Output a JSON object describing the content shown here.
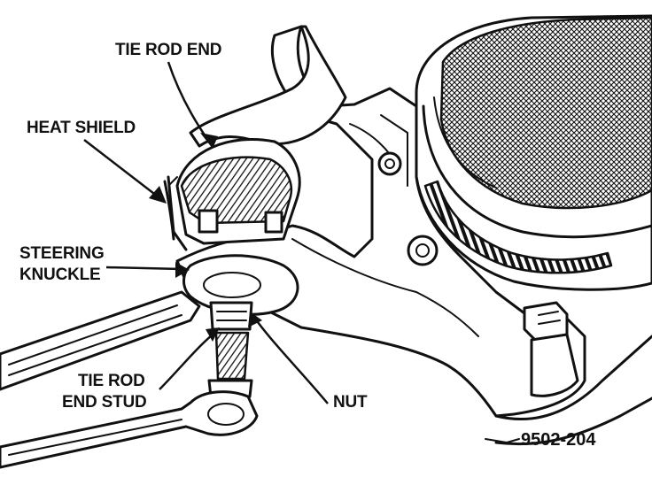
{
  "labels": {
    "tie_rod_end": "TIE ROD END",
    "heat_shield": "HEAT SHIELD",
    "steering_knuckle_line1": "STEERING",
    "steering_knuckle_line2": "KNUCKLE",
    "tie_rod_end_stud_line1": "TIE ROD",
    "tie_rod_end_stud_line2": "END STUD",
    "nut": "NUT"
  },
  "figure_id": "9502-204"
}
